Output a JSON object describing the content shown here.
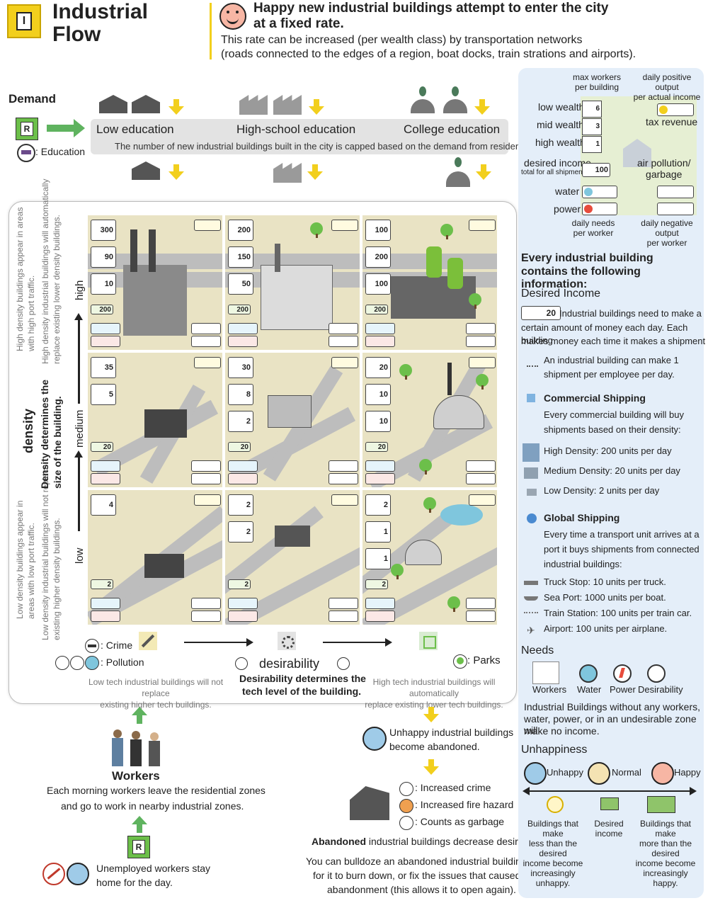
{
  "header": {
    "badge_letter": "I",
    "title_line1": "Industrial",
    "title_line2": "Flow",
    "headline_line1": "Happy new industrial buildings attempt to enter the city",
    "headline_line2": "at a fixed rate.",
    "subline1": "This rate can be increased (per wealth class) by transportation networks",
    "subline2": "(roads connected to the edges of a region, boat docks, train strations and airports)."
  },
  "demand": {
    "label": "Demand",
    "r_letter": "R",
    "education_label": ": Education",
    "low": "Low education",
    "high_school": "High-school education",
    "college": "College education",
    "cap_note": "The number of new industrial buildings built in the city is capped based on the demand from residents."
  },
  "grid": {
    "row_labels": {
      "high": "high",
      "medium": "medium",
      "low": "low"
    },
    "density_title": "density",
    "density_sub1": "Density determines the",
    "density_sub2": "size of the building.",
    "high_note1": "High density buildings appear in areas",
    "high_note2": "with high port traffic.",
    "high_note3": "High density industrial buildings will automatically",
    "high_note4": "replace existing lower density buildings.",
    "low_note1": "Low density buildings appear in",
    "low_note2": "areas with low port traffic.",
    "low_note3": "Low density industrial buildings will not replace",
    "low_note4": "existing higher density buildings.",
    "cells": [
      {
        "workers": [
          "300",
          "90",
          "10"
        ],
        "income": "200"
      },
      {
        "workers": [
          "200",
          "150",
          "50"
        ],
        "income": "200"
      },
      {
        "workers": [
          "100",
          "200",
          "100"
        ],
        "income": "200"
      },
      {
        "workers": [
          "35",
          "5"
        ],
        "income": "20"
      },
      {
        "workers": [
          "30",
          "8",
          "2"
        ],
        "income": "20"
      },
      {
        "workers": [
          "20",
          "10",
          "10"
        ],
        "income": "20"
      },
      {
        "workers": [
          "4"
        ],
        "income": "2"
      },
      {
        "workers": [
          "2",
          "2"
        ],
        "income": "2"
      },
      {
        "workers": [
          "2",
          "1",
          "1"
        ],
        "income": "2"
      }
    ],
    "crime_label": ": Crime",
    "pollution_label": ": Pollution",
    "desirability_title": "desirability",
    "desirability_sub1": "Desirability determines the",
    "desirability_sub2": "tech level of the building.",
    "parks_label": ": Parks",
    "low_tech1": "Low tech industrial buildings will not replace",
    "low_tech2": "existing higher tech buildings.",
    "high_tech1": "High tech industrial buildings will automatically",
    "high_tech2": "replace existing lower tech buildings."
  },
  "workers": {
    "title": "Workers",
    "desc1": "Each morning workers leave the residential zones",
    "desc2": "and go to work in nearby industrial zones.",
    "r_letter": "R",
    "unemployed1": "Unemployed workers stay",
    "unemployed2": "home for the day."
  },
  "abandon": {
    "unhappy1": "Unhappy industrial buildings",
    "unhappy2": "become abandoned.",
    "crime": ": Increased crime",
    "fire": ": Increased fire hazard",
    "garbage": ": Counts as garbage",
    "decrease_bold": "Abandoned",
    "decrease_rest": " industrial buildings decrease desirability.",
    "bulldoze1": "You can bulldoze an abandoned industrial building, wait",
    "bulldoze2": "for it to burn down, or fix the issues that caused the",
    "bulldoze3": "abandonment (this allows it to open again)."
  },
  "legend": {
    "max_workers1": "max workers",
    "max_workers2": "per building",
    "daily_pos1": "daily positive output",
    "daily_pos2": "per actual income",
    "low_wealth": "low wealth",
    "low_wealth_val": "6",
    "mid_wealth": "mid wealth",
    "mid_wealth_val": "3",
    "high_wealth": "high wealth",
    "high_wealth_val": "1",
    "tax_revenue": "tax revenue",
    "desired_income": "desired income",
    "desired_income_sub": "total for all shipments",
    "desired_income_val": "100",
    "air_pollution1": "air pollution/",
    "air_pollution2": "garbage",
    "water": "water",
    "power": "power",
    "daily_needs1": "daily needs",
    "daily_needs2": "per worker",
    "daily_neg1": "daily negative output",
    "daily_neg2": "per worker"
  },
  "info": {
    "heading1": "Every industrial building",
    "heading2": "contains the following information:",
    "desired_income_title": "Desired Income",
    "income_chip": "20",
    "income_text1": "Industrial buildings need to make a",
    "income_text2": "certain amount of money each day. Each building",
    "income_text3": "makes money each time it makes a shipment",
    "shipment1": "An industrial building can make 1",
    "shipment2": "shipment per employee per day.",
    "commercial_title": "Commercial Shipping",
    "commercial1": "Every commercial building will buy",
    "commercial2": "shipments based on their density:",
    "high_density": "High Density: 200 units per day",
    "medium_density": "Medium Density: 20 units per day",
    "low_density": "Low Density: 2 units per day",
    "global_title": "Global Shipping",
    "global1": "Every time a transport unit arrives at a",
    "global2": "port it buys shipments from connected",
    "global3": "industrial buildings:",
    "truck": "Truck Stop: 10 units per truck.",
    "sea": "Sea Port: 1000 units per boat.",
    "train": "Train Station: 100 units per train car.",
    "airport": "Airport: 100 units per airplane.",
    "needs_title": "Needs",
    "needs": [
      "Workers",
      "Water",
      "Power",
      "Desirability"
    ],
    "needs_text1": "Industrial Buildings without any workers,",
    "needs_text2": "water, power, or in an undesirable zone will",
    "needs_text3": "make no income.",
    "unhappiness_title": "Unhappiness",
    "unhappy": "Unhappy",
    "normal": "Normal",
    "happy": "Happy",
    "less1": "Buildings that make",
    "less2": "less than the desired",
    "less3": "income become",
    "less4": "increasingly unhappy.",
    "desired1": "Desired",
    "desired2": "income",
    "more1": "Buildings that make",
    "more2": "more than the desired",
    "more3": "income become",
    "more4": "increasingly happy."
  },
  "colors": {
    "badge_yellow": "#f2cf1d",
    "arrow_yellow": "#f2cf1d",
    "arrow_green": "#5fb35f",
    "panel_blue": "#e4eef9",
    "legend_green": "#e6efd3",
    "cell_ground": "#e9e3c4",
    "road_grey": "#bdbdbd"
  }
}
